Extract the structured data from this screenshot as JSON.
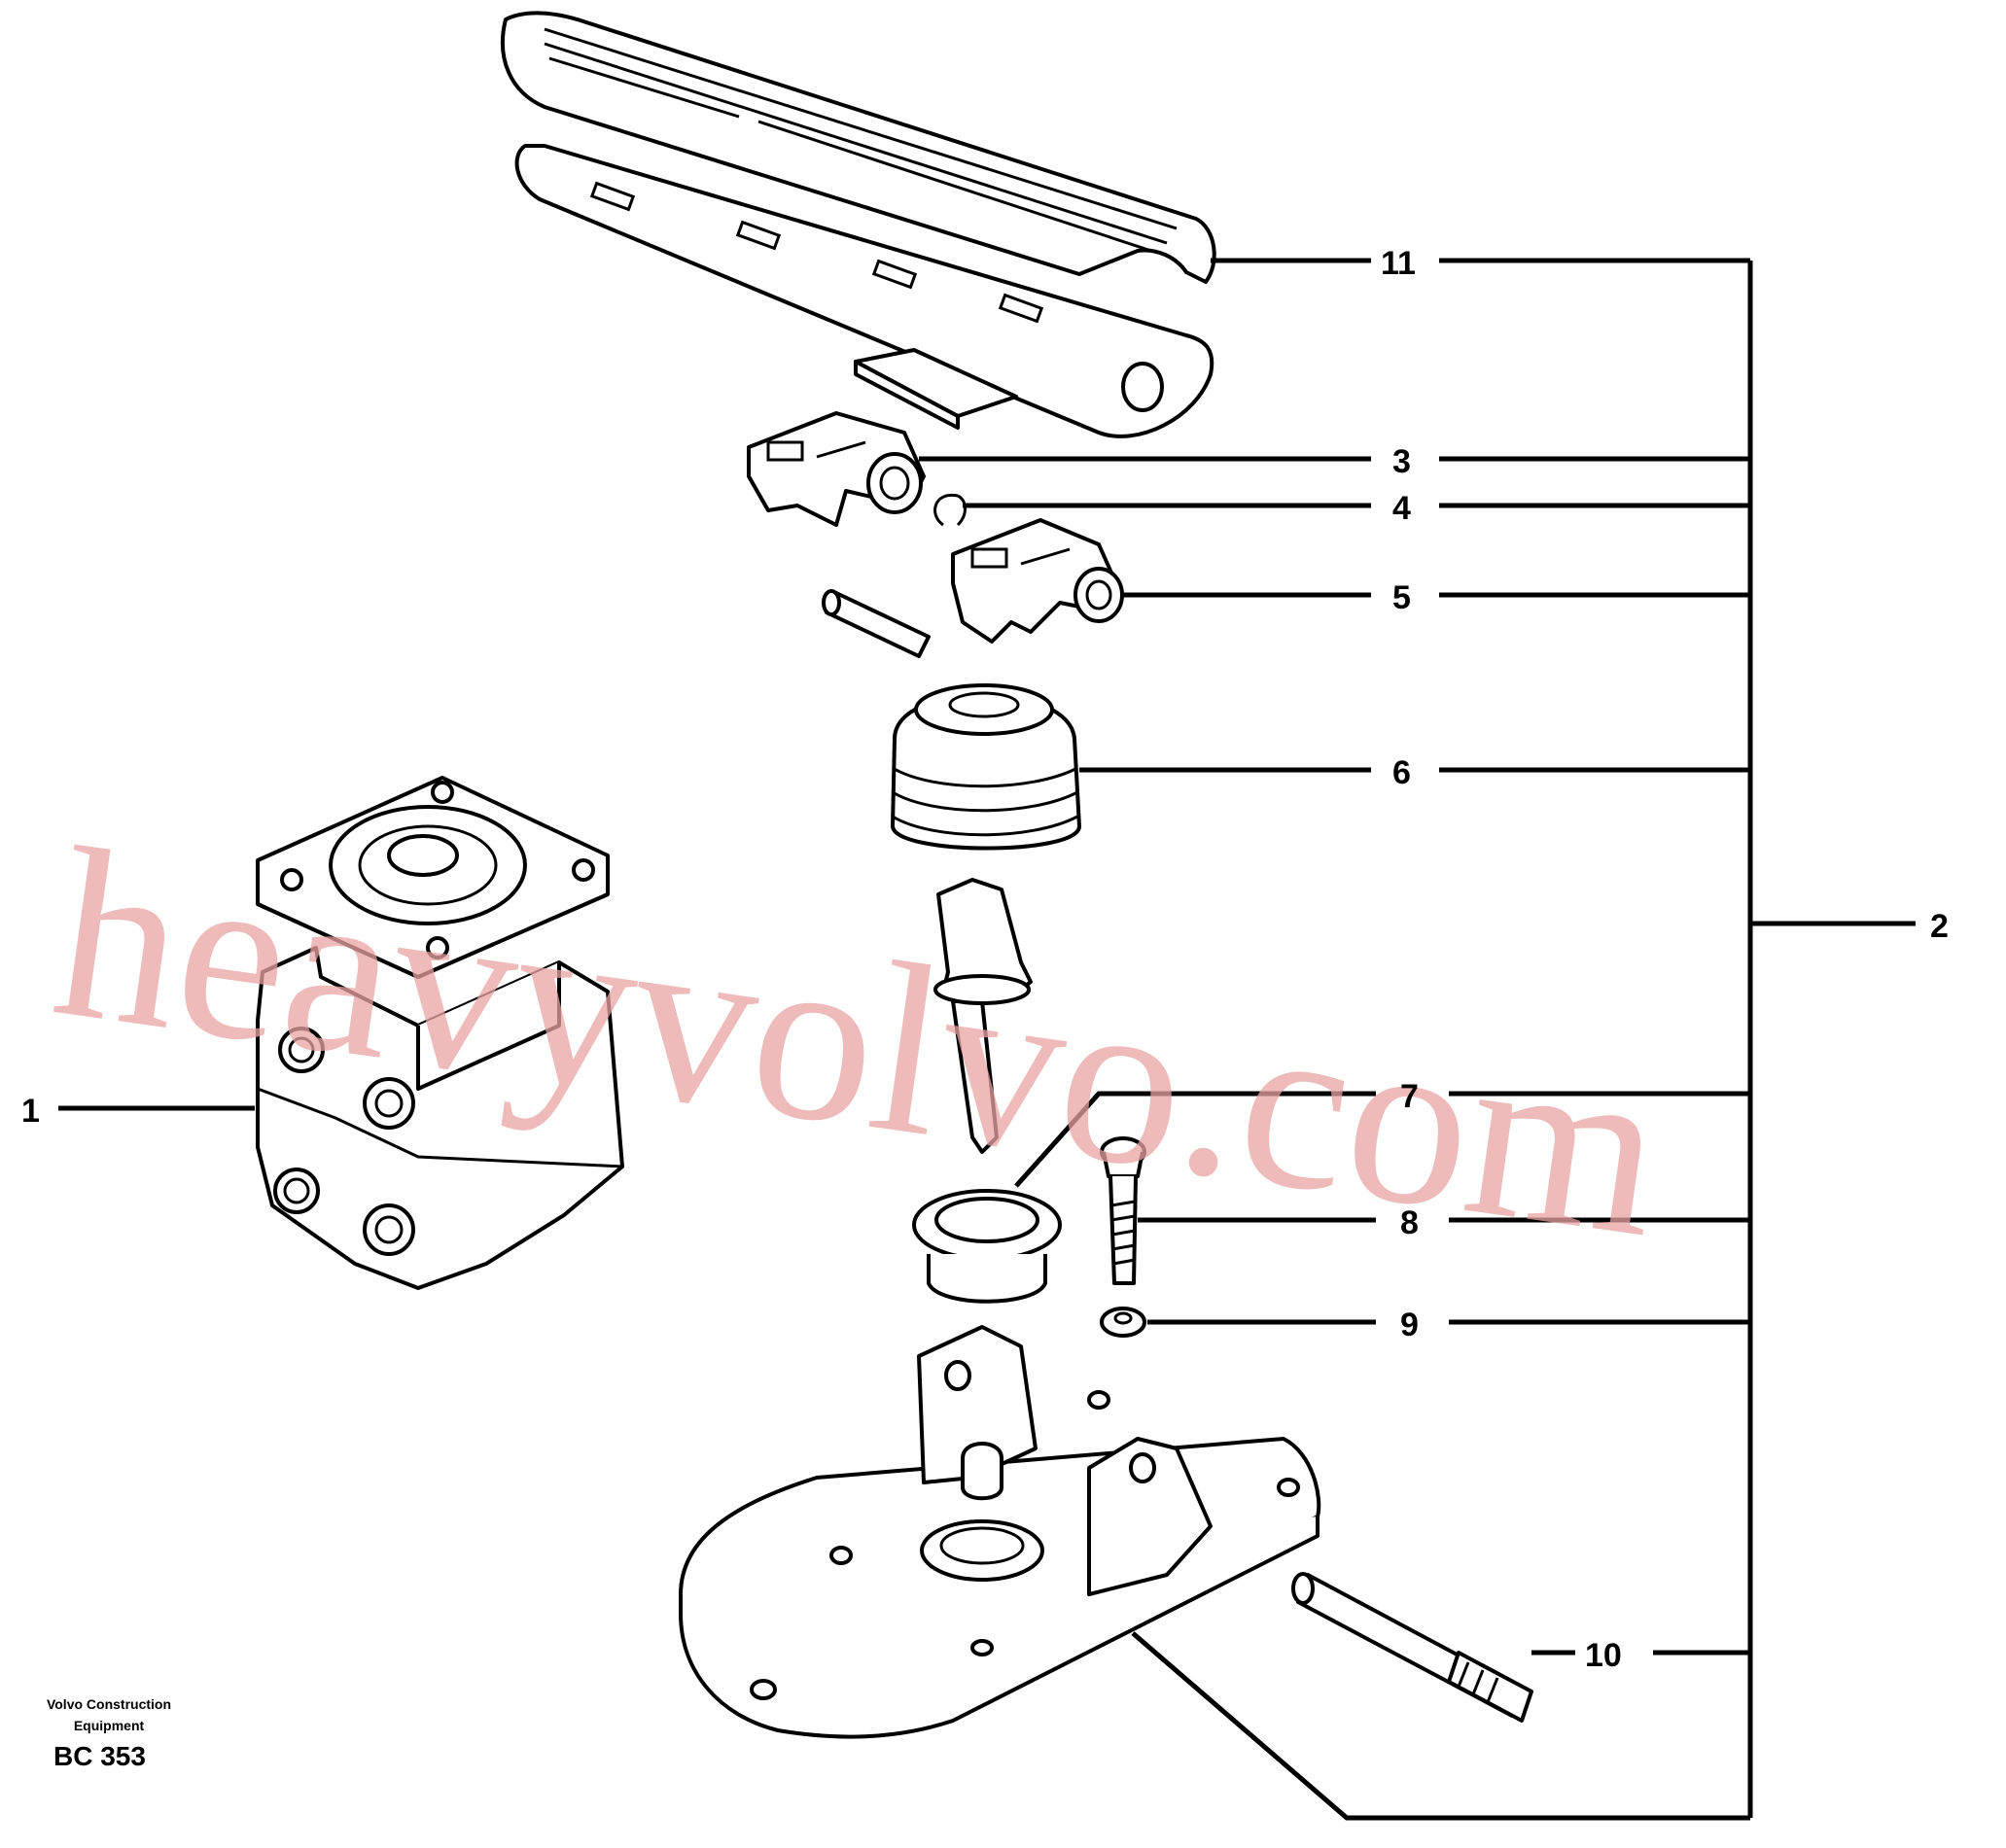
{
  "diagram": {
    "callouts": [
      {
        "id": "1",
        "label": "1"
      },
      {
        "id": "2",
        "label": "2"
      },
      {
        "id": "3",
        "label": "3"
      },
      {
        "id": "4",
        "label": "4"
      },
      {
        "id": "5",
        "label": "5"
      },
      {
        "id": "6",
        "label": "6"
      },
      {
        "id": "7",
        "label": "7"
      },
      {
        "id": "8",
        "label": "8"
      },
      {
        "id": "9",
        "label": "9"
      },
      {
        "id": "10",
        "label": "10"
      },
      {
        "id": "11",
        "label": "11"
      }
    ],
    "watermark": "heavyvolvo.com",
    "credit_line1": "Volvo Construction",
    "credit_line2": "Equipment",
    "figure_code": "BC 353"
  },
  "colors": {
    "line": "#000000",
    "watermark": "#e8a3a3",
    "background": "#ffffff"
  }
}
